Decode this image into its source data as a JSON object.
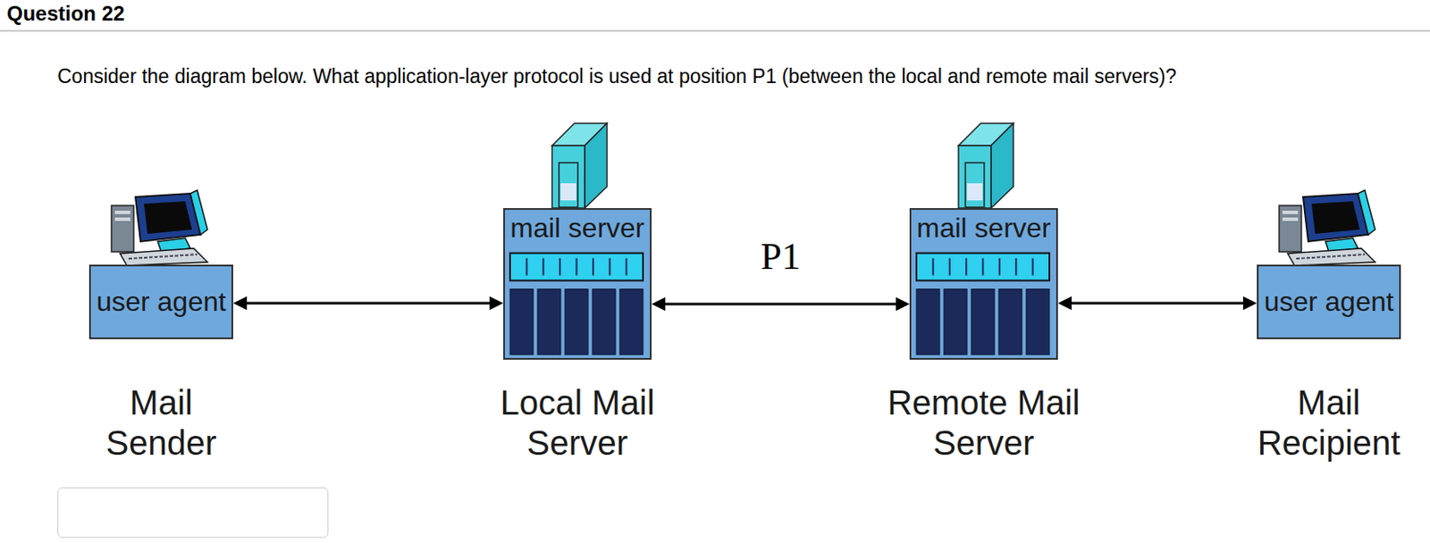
{
  "diagram": {
    "title": "Question 22",
    "nodes": [
      {
        "text": [
          "user agent",
          "Mail Sender"
        ]
      },
      {
        "text": [
          "mail server",
          "Local Mail Server"
        ]
      },
      {
        "text": [
          "mail server",
          "Remote Mail Server"
        ]
      },
      {
        "text": [
          "user agent",
          "Mail Recipient"
        ]
      }
    ],
    "edges": [
      {
        "from": 0,
        "to": 1,
        "arrow": "both"
      },
      {
        "from": 1,
        "to": 2,
        "label": "P1",
        "arrow": "both"
      },
      {
        "from": 2,
        "to": 3,
        "arrow": "both"
      }
    ],
    "labels": [
      "Consider the diagram below.  What application-layer protocol is used at position P1 (between the local and remote mail servers)?"
    ]
  }
}
